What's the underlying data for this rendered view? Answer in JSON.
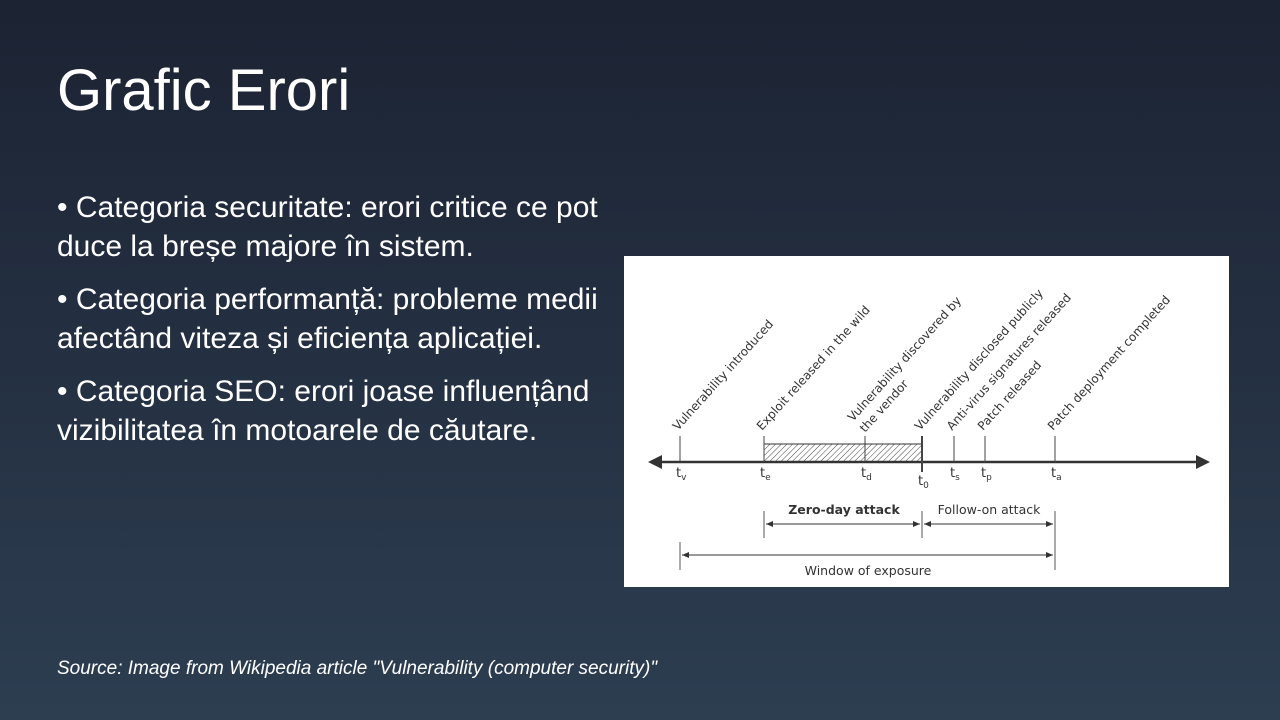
{
  "slide": {
    "title": "Grafic Erori",
    "bullets": [
      "• Categoria securitate: erori critice ce pot duce la breșe majore în sistem.",
      "• Categoria performanță: probleme medii afectând viteza și eficiența aplicației.",
      "• Categoria SEO: erori joase influențând vizibilitatea în motoarele de căutare."
    ],
    "source": "Source: Image from Wikipedia article \"Vulnerability (computer security)\""
  },
  "figure": {
    "events": [
      {
        "label": "Vulnerability introduced",
        "t": "t",
        "sub": "v"
      },
      {
        "label": "Exploit released in the wild",
        "t": "t",
        "sub": "e"
      },
      {
        "label": "Vulnerability discovered by",
        "label2": "the vendor",
        "t": "t",
        "sub": "d"
      },
      {
        "label": "Vulnerability disclosed publicly",
        "t": "t",
        "sub": "0"
      },
      {
        "label": "Anti-virus signatures released",
        "t": "t",
        "sub": "s"
      },
      {
        "label": "Patch released",
        "t": "t",
        "sub": "p"
      },
      {
        "label": "Patch deployment completed",
        "t": "t",
        "sub": "a"
      }
    ],
    "zero_day": "Zero-day attack",
    "follow_on": "Follow-on attack",
    "window": "Window of exposure"
  }
}
